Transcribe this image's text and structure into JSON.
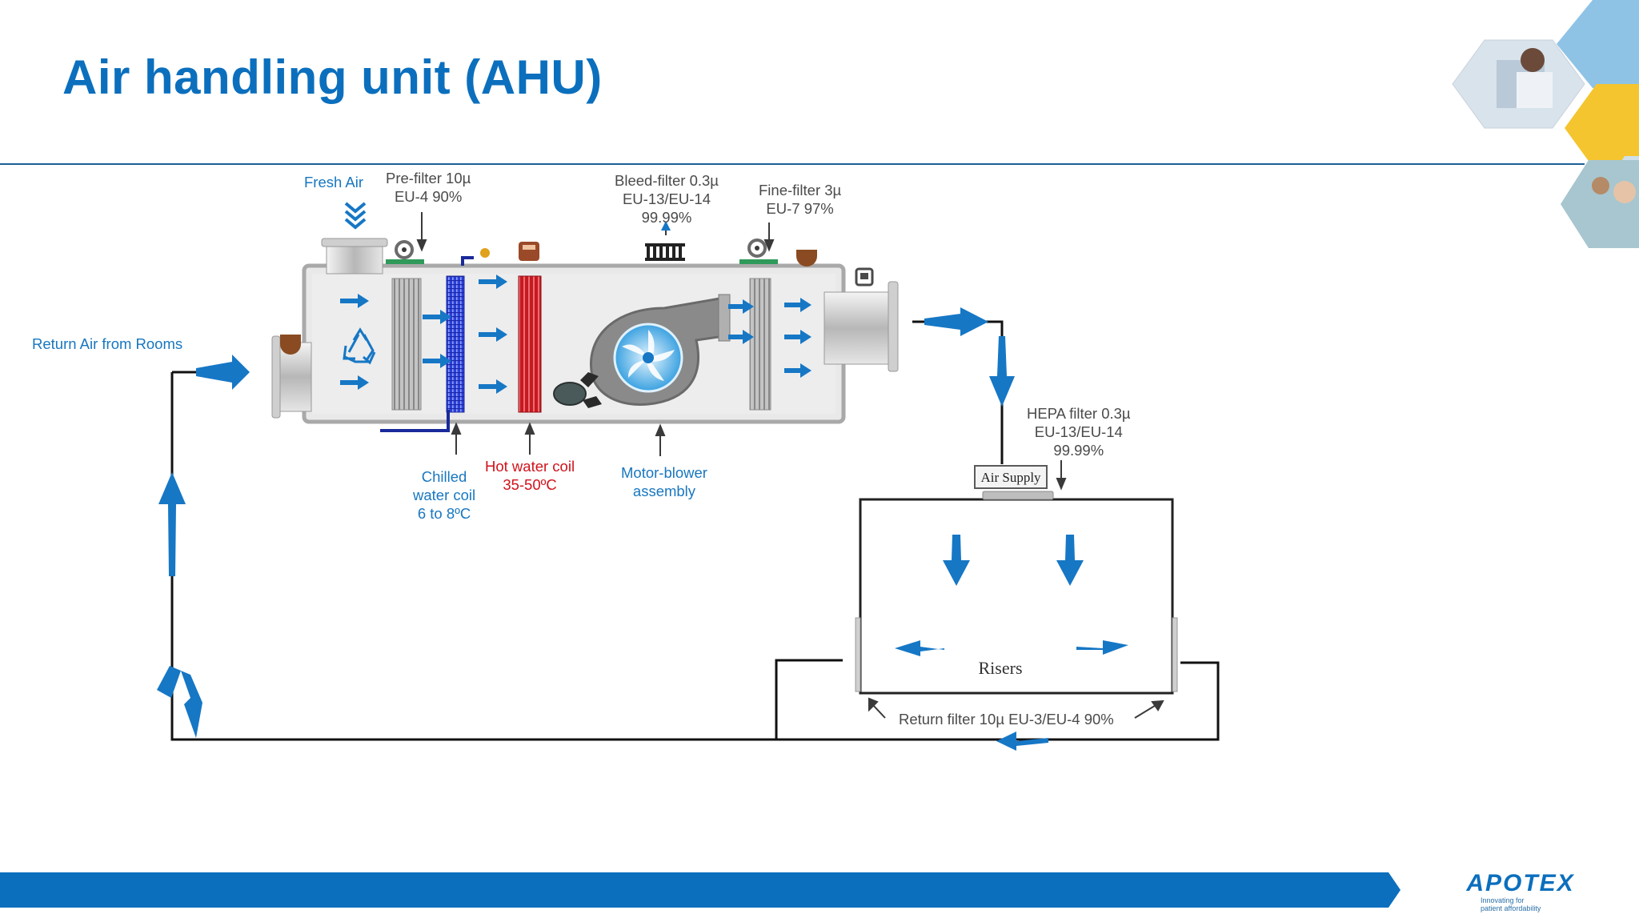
{
  "slide": {
    "title": "Air handling unit (AHU)"
  },
  "labels": {
    "fresh_air": "Fresh Air",
    "pre_filter": [
      "Pre-filter 10µ",
      "EU-4  90%"
    ],
    "bleed_filter": [
      "Bleed-filter 0.3µ",
      "EU-13/EU-14",
      "99.99%"
    ],
    "fine_filter": [
      "Fine-filter 3µ",
      "EU-7 97%"
    ],
    "return_air": "Return Air from Rooms",
    "chilled_coil": [
      "Chilled",
      "water coil",
      "6 to 8ºC"
    ],
    "hot_coil": [
      "Hot water coil",
      "35-50ºC"
    ],
    "motor_blower": [
      "Motor-blower",
      "assembly"
    ],
    "hepa_filter": [
      "HEPA filter 0.3µ",
      "EU-13/EU-14",
      "99.99%"
    ],
    "air_supply": "Air Supply",
    "risers": "Risers",
    "return_filter": "Return filter 10µ EU-3/EU-4 90%"
  },
  "brand": {
    "name": "APOTEX",
    "tagline": [
      "Innovating for",
      "patient affordability"
    ]
  },
  "colors": {
    "title": "#0b6fbd",
    "arrow_blue": "#1677c5",
    "chilled_coil": "#2b3fd8",
    "hot_coil": "#c41a22",
    "footer_band": "#0b6fbd",
    "accent_yellow": "#f4c52e",
    "accent_sky": "#8ec3e6"
  },
  "icons": [
    "recycle-icon",
    "fan-icon",
    "pressure-gauge-icon",
    "chevron-down-icon"
  ]
}
